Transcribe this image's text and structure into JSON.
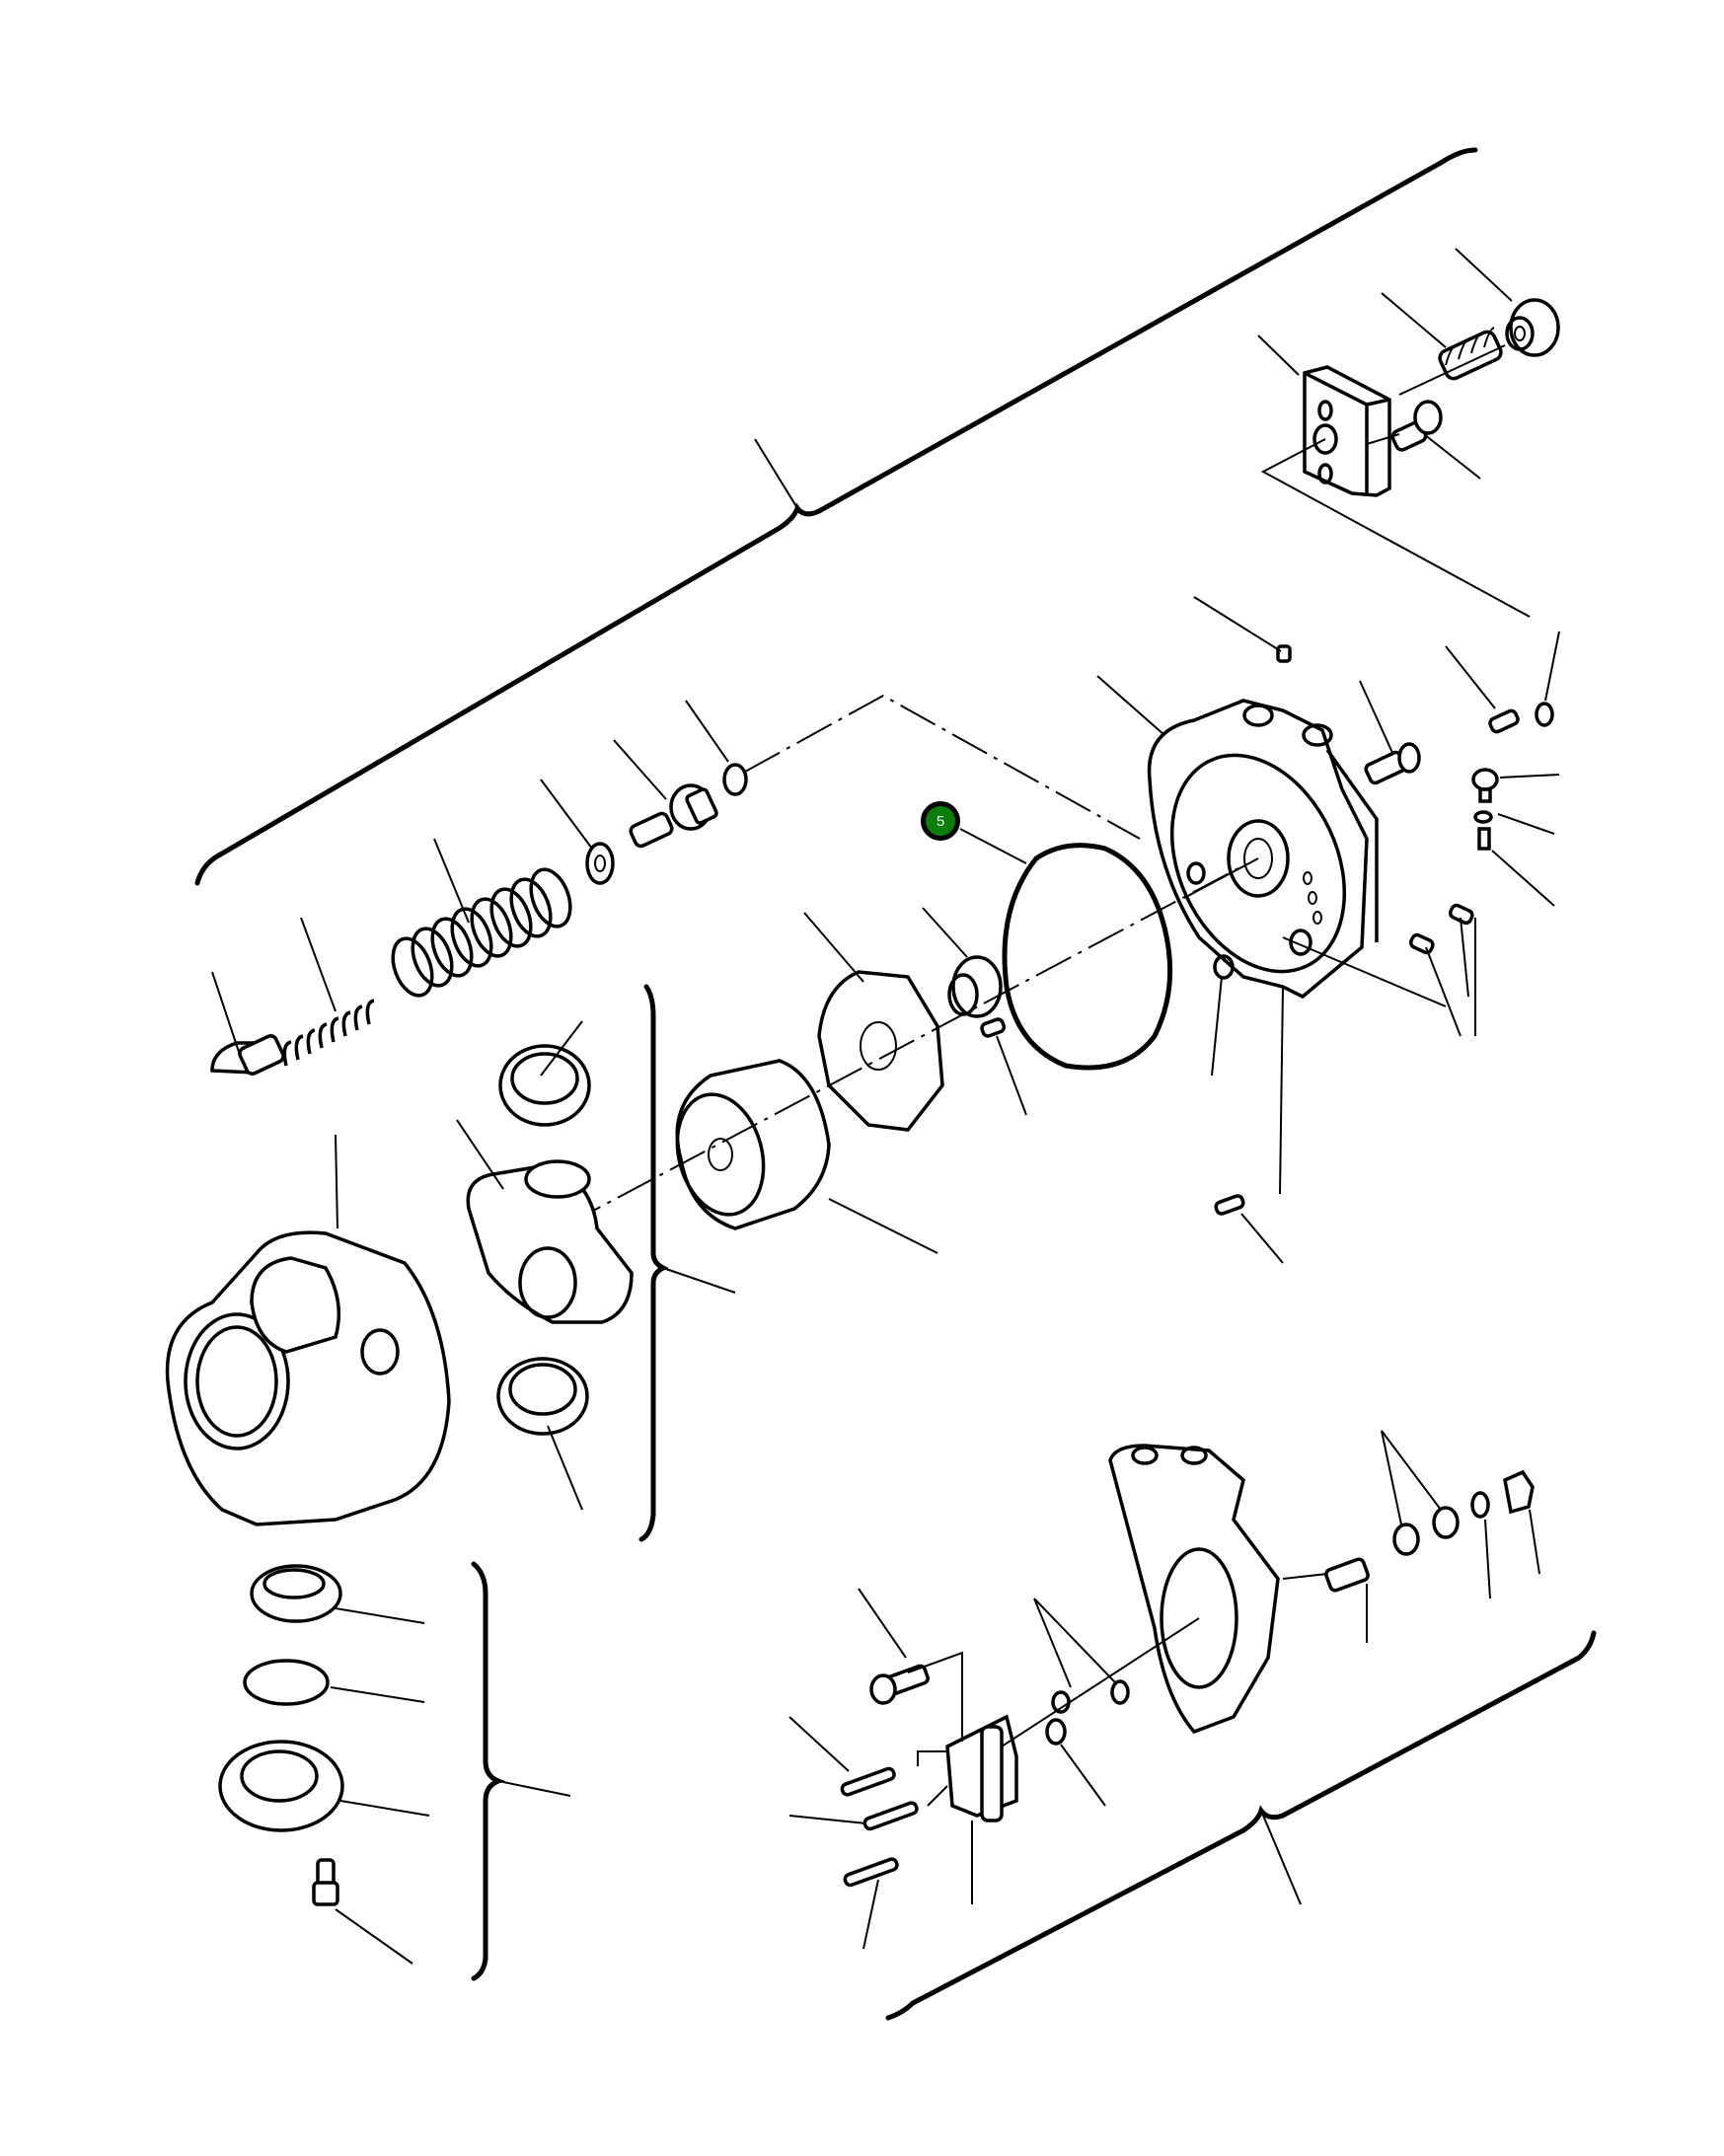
{
  "diagram": {
    "type": "exploded-parts-diagram",
    "subject": "hydraulic pump assembly",
    "highlighted_callout": {
      "label": "5",
      "color": "#0a7d0a",
      "target": "large O-ring seal"
    },
    "callout_leader_count": 46,
    "groups": [
      {
        "name": "relief-valve-spool-group"
      },
      {
        "name": "adjuster-block-group"
      },
      {
        "name": "valve-plate-housing-group"
      },
      {
        "name": "cylinder-block-group"
      },
      {
        "name": "yoke-bearing-group"
      },
      {
        "name": "front-housing-group"
      },
      {
        "name": "shaft-seal-group"
      },
      {
        "name": "servo-piston-group"
      }
    ]
  }
}
